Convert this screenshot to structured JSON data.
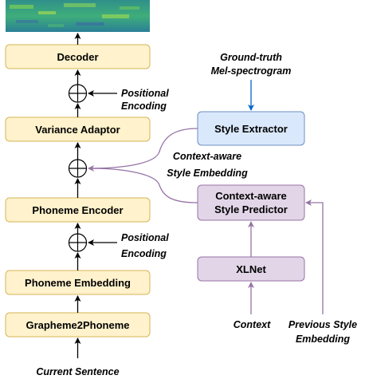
{
  "colors": {
    "yellow_fill": "#fff2cc",
    "yellow_stroke": "#d6b656",
    "blue_fill": "#dae8fc",
    "blue_stroke": "#6c8ebf",
    "purple_fill": "#e1d5e7",
    "purple_stroke": "#9673a6",
    "purple_arrow": "#9673a6",
    "blue_arrow": "#0066cc",
    "black_arrow": "#000000"
  },
  "blocks": {
    "decoder": "Decoder",
    "variance_adaptor": "Variance Adaptor",
    "phoneme_encoder": "Phoneme Encoder",
    "phoneme_embedding": "Phoneme Embedding",
    "grapheme2phoneme": "Grapheme2Phoneme",
    "style_extractor": "Style Extractor",
    "style_predictor_line1": "Context-aware",
    "style_predictor_line2": "Style Predictor",
    "xlnet": "XLNet"
  },
  "labels": {
    "positional_encoding_top_1": "Positional",
    "positional_encoding_top_2": "Encoding",
    "positional_encoding_bottom_1": "Positional",
    "positional_encoding_bottom_2": "Encoding",
    "ground_truth_1": "Ground-truth",
    "ground_truth_2": "Mel-spectrogram",
    "context_style_emb_1": "Context-aware",
    "context_style_emb_2": "Style Embedding",
    "context": "Context",
    "previous_style_1": "Previous Style",
    "previous_style_2": "Embedding",
    "current_sentence": "Current Sentence"
  },
  "icons": {
    "spectrogram": "mel-spectrogram-image",
    "adder": "circle-plus-icon"
  }
}
